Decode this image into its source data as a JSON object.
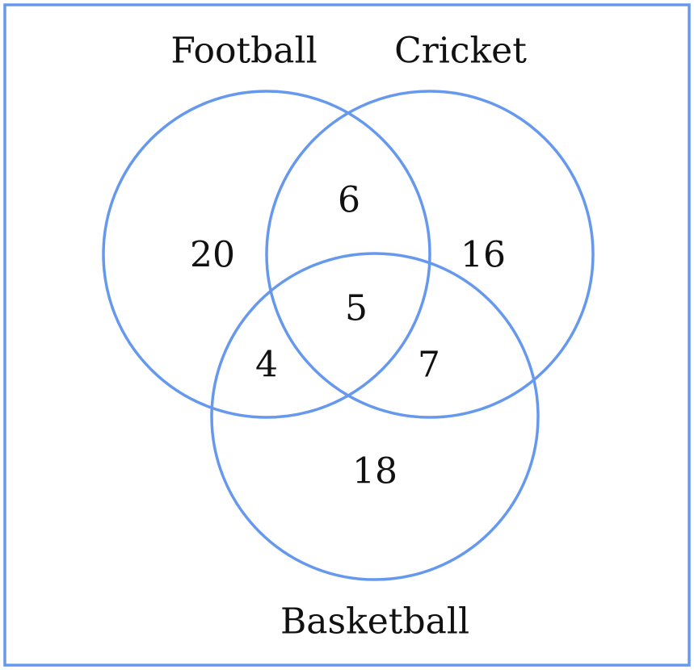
{
  "diagram": {
    "type": "venn",
    "stroke_color": "#6699ee",
    "sets": {
      "football": "Football",
      "cricket": "Cricket",
      "basketball": "Basketball"
    },
    "regions": {
      "football_only": "20",
      "cricket_only": "16",
      "basketball_only": "18",
      "football_cricket": "6",
      "football_basketball": "4",
      "cricket_basketball": "7",
      "all_three": "5"
    }
  }
}
